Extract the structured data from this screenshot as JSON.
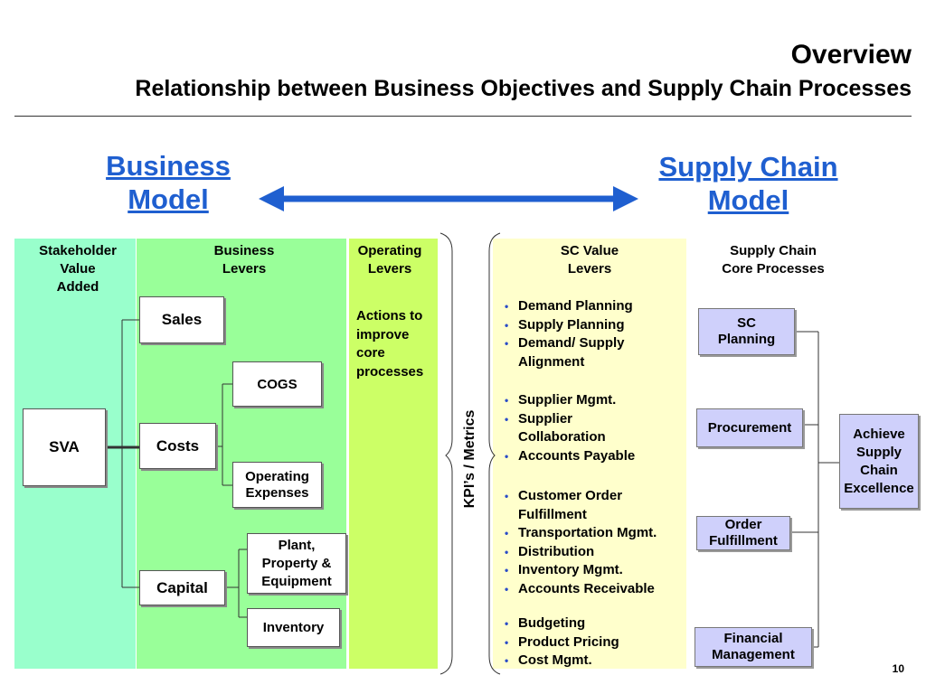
{
  "header": {
    "title": "Overview",
    "subtitle": "Relationship between Business Objectives and Supply Chain Processes"
  },
  "models": {
    "business": [
      "Business",
      "Model"
    ],
    "supply_chain": [
      "Supply Chain",
      "Model"
    ]
  },
  "colors": {
    "link_blue": "#1f5fd0",
    "arrow_blue": "#1f5fd0",
    "stakeholder_bg": "#99ffcc",
    "business_levers_bg": "#99ff99",
    "operating_levers_bg": "#ccff66",
    "sc_value_bg": "#ffffcc",
    "process_box_bg": "#cfd0fb"
  },
  "columns": {
    "stakeholder": [
      "Stakeholder",
      "Value",
      "Added"
    ],
    "business_levers": [
      "Business",
      "Levers"
    ],
    "operating_levers": [
      "Operating",
      "Levers"
    ],
    "sc_value_levers": [
      "SC Value",
      "Levers"
    ],
    "core_processes": [
      "Supply Chain",
      "Core Processes"
    ]
  },
  "tree": {
    "root": "SVA",
    "sales": "Sales",
    "costs": "Costs",
    "capital": "Capital",
    "cogs": "COGS",
    "opex": [
      "Operating",
      "Expenses"
    ],
    "ppe": [
      "Plant,",
      "Property &",
      "Equipment"
    ],
    "inventory": "Inventory"
  },
  "operating_text": [
    "Actions to",
    "improve",
    "core",
    "processes"
  ],
  "kpi_label": "KPI’s / Metrics",
  "sc_levers": [
    [
      [
        "Demand Planning"
      ],
      [
        "Supply Planning"
      ],
      [
        "Demand/ Supply",
        "Alignment"
      ]
    ],
    [
      [
        "Supplier Mgmt."
      ],
      [
        "Supplier",
        "Collaboration"
      ],
      [
        "Accounts Payable"
      ]
    ],
    [
      [
        "Customer Order",
        "Fulfillment"
      ],
      [
        "Transportation Mgmt."
      ],
      [
        "Distribution"
      ],
      [
        "Inventory Mgmt."
      ],
      [
        "Accounts Receivable"
      ]
    ],
    [
      [
        "Budgeting"
      ],
      [
        "Product Pricing"
      ],
      [
        "Cost Mgmt."
      ]
    ]
  ],
  "processes": {
    "sc_planning": [
      "SC",
      "Planning"
    ],
    "procurement": "Procurement",
    "order_fulfillment": [
      "Order",
      "Fulfillment"
    ],
    "financial_management": [
      "Financial",
      "Management"
    ]
  },
  "goal": [
    "Achieve",
    "Supply",
    "Chain",
    "Excellence"
  ],
  "page_number": "10"
}
